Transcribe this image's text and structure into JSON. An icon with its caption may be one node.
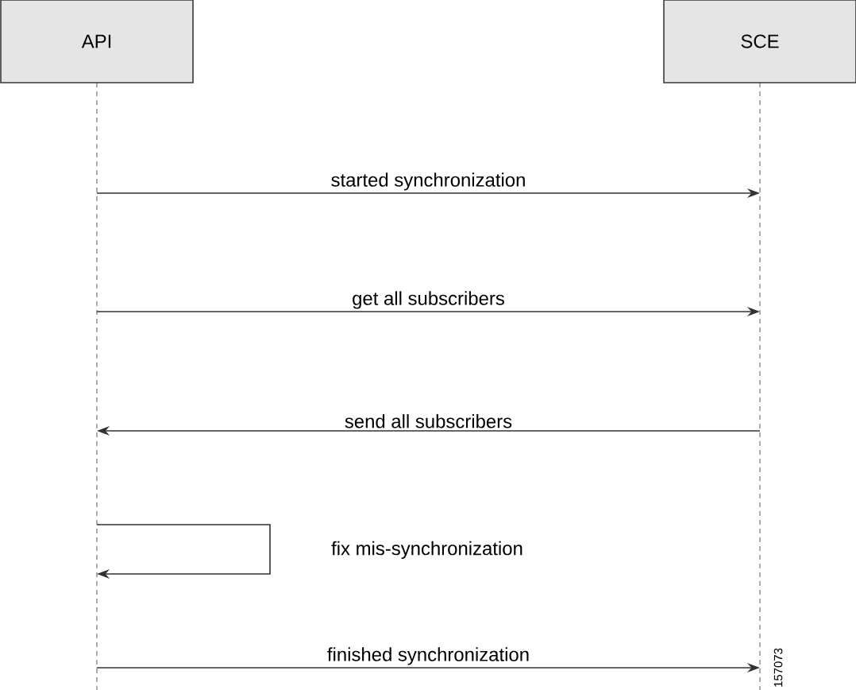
{
  "diagram": {
    "nodes": [
      {
        "text": [
          "API"
        ]
      },
      {
        "text": [
          "SCE"
        ]
      }
    ],
    "edges": [
      {
        "from": 0,
        "to": 1,
        "arrow": "to",
        "label": "started synchronization"
      },
      {
        "from": 0,
        "to": 1,
        "arrow": "to",
        "label": "get all subscribers"
      },
      {
        "from": 1,
        "to": 0,
        "arrow": "to",
        "label": "send all subscribers"
      },
      {
        "from": 0,
        "to": 0,
        "arrow": "to",
        "label": "fix mis-synchronization"
      },
      {
        "from": 0,
        "to": 1,
        "arrow": "to",
        "label": "finished synchronization"
      }
    ],
    "labels": [
      "157073"
    ]
  }
}
